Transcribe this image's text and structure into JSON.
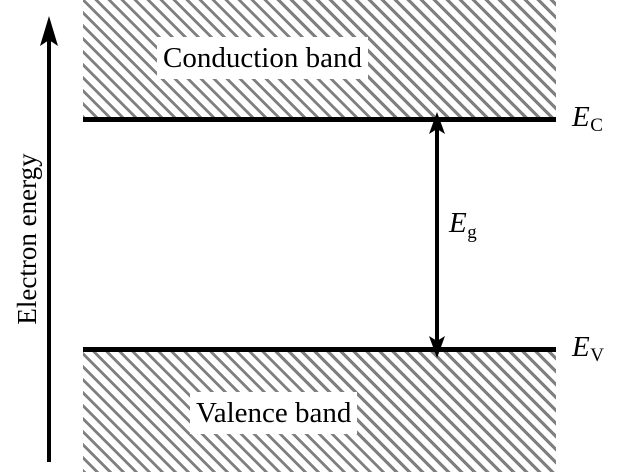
{
  "figure": {
    "type": "semiconductor-band-diagram",
    "axis": {
      "label": "Electron energy",
      "direction": "up",
      "icon": "up-arrow-icon"
    },
    "bands": {
      "conduction": {
        "label": "Conduction band",
        "fill": "diagonal-hatch",
        "hatch_color": "#808080",
        "background_color": "#ffffff"
      },
      "valence": {
        "label": "Valence band",
        "fill": "diagonal-hatch",
        "hatch_color": "#808080",
        "background_color": "#ffffff"
      }
    },
    "levels": [
      {
        "name": "conduction-band-edge",
        "symbol": "E",
        "subscript": "C",
        "line_color": "#000000"
      },
      {
        "name": "valence-band-edge",
        "symbol": "E",
        "subscript": "V",
        "line_color": "#000000"
      }
    ],
    "gap": {
      "symbol": "E",
      "subscript": "g",
      "arrow": "double-headed-vertical-arrow",
      "arrow_color": "#000000"
    }
  }
}
